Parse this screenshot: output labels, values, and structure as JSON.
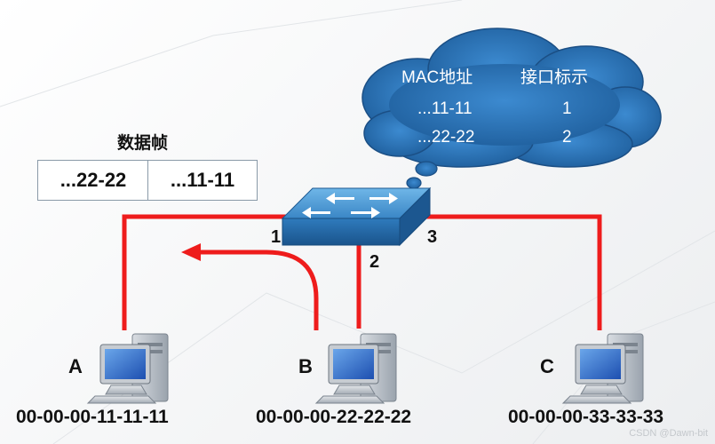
{
  "frame": {
    "title": "数据帧",
    "dest": "...22-22",
    "src": "...11-11"
  },
  "mac_table": {
    "header_mac": "MAC地址",
    "header_port": "接口标示",
    "rows": [
      {
        "mac": "...11-11",
        "port": "1"
      },
      {
        "mac": "...22-22",
        "port": "2"
      }
    ]
  },
  "ports": {
    "p1": "1",
    "p2": "2",
    "p3": "3"
  },
  "hosts": [
    {
      "letter": "A",
      "mac": "00-00-00-11-11-11"
    },
    {
      "letter": "B",
      "mac": "00-00-00-22-22-22"
    },
    {
      "letter": "C",
      "mac": "00-00-00-33-33-33"
    }
  ],
  "watermark": "CSDN @Dawn-bit",
  "colors": {
    "link": "#ee1c1c",
    "switch_top": "#3d8fd0",
    "switch_side": "#1f5f9d",
    "cloud": "#2a74b8",
    "cloud_edge": "#1b4f85"
  }
}
